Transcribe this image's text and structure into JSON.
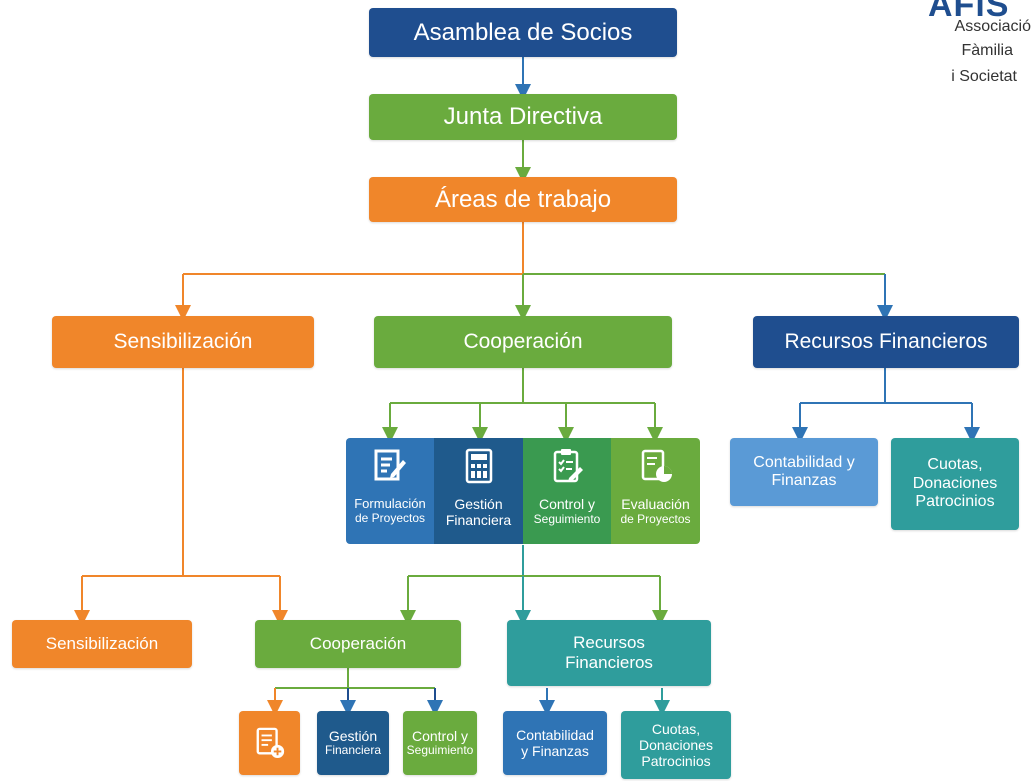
{
  "logo": {
    "mark": "AFiS",
    "line1": "Associació",
    "line2": "Fàmilia",
    "line3": "i Societat"
  },
  "top": {
    "assembly": "Asamblea de Socios",
    "board": "Junta Directiva",
    "areas": "Áreas de trabajo"
  },
  "level1": {
    "sens": "Sensibilización",
    "coop": "Cooperación",
    "finance": "Recursos Financieros"
  },
  "coop_cards": [
    {
      "line1": "Formulación",
      "line2": "de Proyectos",
      "icon": "edit-document-icon"
    },
    {
      "line1": "Gestión",
      "line2": "Financiera",
      "icon": "calculator-icon"
    },
    {
      "line1": "Control y",
      "line2": "Seguimiento",
      "icon": "checklist-clipboard-icon"
    },
    {
      "line1": "Evaluación",
      "line2": "de Proyectos",
      "icon": "evaluation-chart-icon"
    }
  ],
  "finance_sub": {
    "accounting": "Contabilidad y Finanzas",
    "fees_l1": "Cuotas,",
    "fees_l2": "Donaciones",
    "fees_l3": "Patrocinios"
  },
  "level2": {
    "sens": "Sensibilización",
    "coop": "Cooperación",
    "finance_l1": "Recursos",
    "finance_l2": "Financieros"
  },
  "level3": {
    "doc_icon": "add-document-icon",
    "gestion_l1": "Gestión",
    "gestion_l2": "Financiera",
    "control_l1": "Control y",
    "control_l2": "Seguimiento",
    "acc_l1": "Contabilidad",
    "acc_l2": "y Finanzas",
    "fees_l1": "Cuotas,",
    "fees_l2": "Donaciones",
    "fees_l3": "Patrocinios"
  },
  "colors": {
    "navy": "#1f4e8f",
    "green": "#6aab3e",
    "orange": "#f0862a",
    "blue": "#2f74b5",
    "light_blue": "#5a9ad6",
    "teal": "#2f9d9c"
  }
}
